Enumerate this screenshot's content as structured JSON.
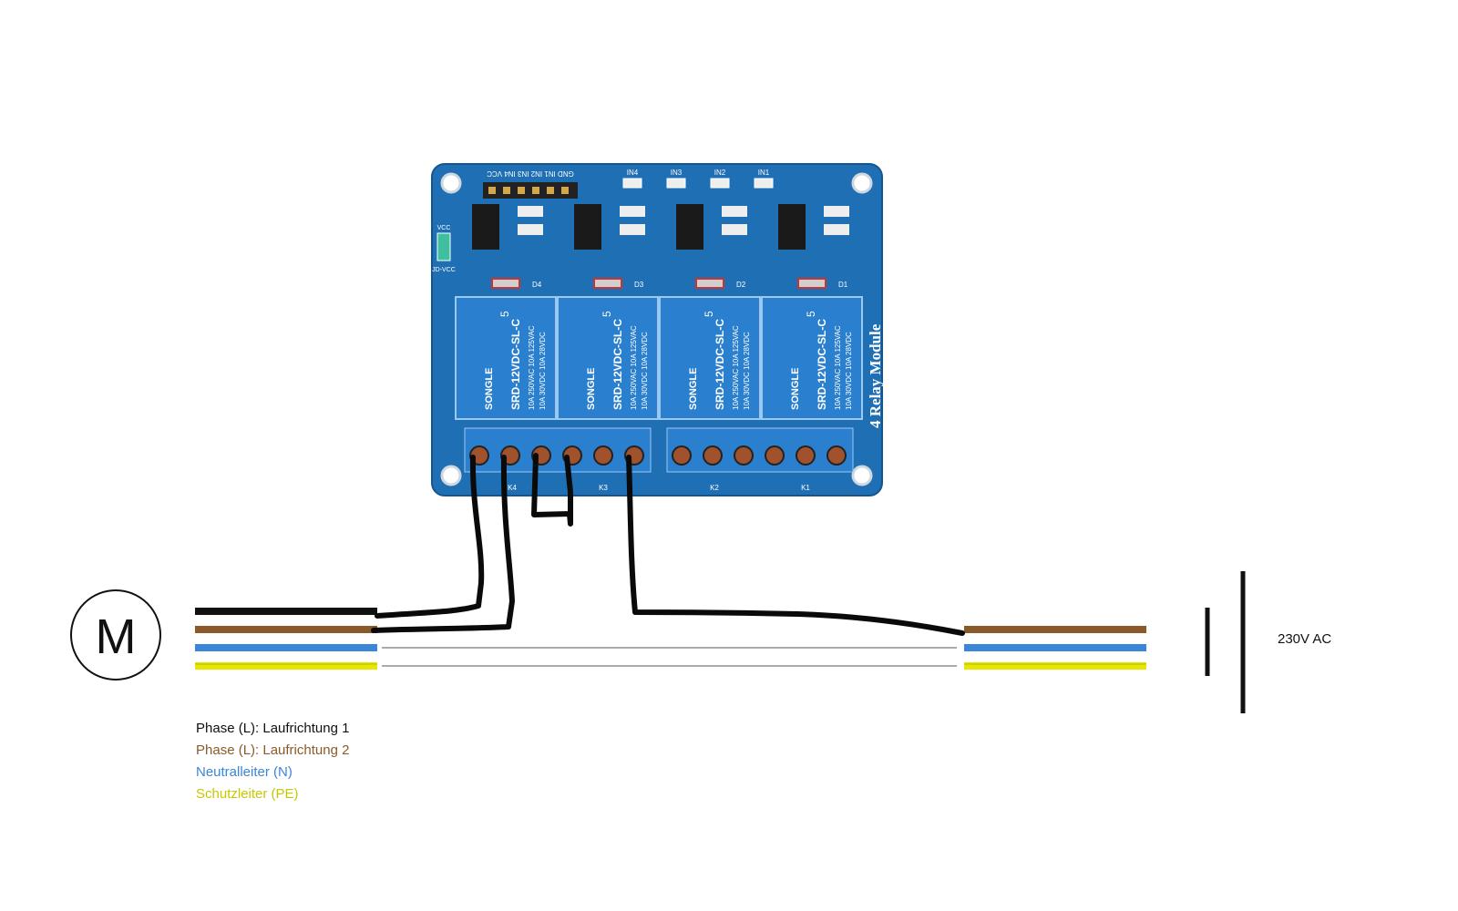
{
  "motor": {
    "symbol": "M"
  },
  "supply": {
    "label": "230V AC"
  },
  "relay_module": {
    "title": "4 Relay Module",
    "header_pins": "GND IN1 IN2 IN3 IN4 VCC",
    "jumper_top": "VCC",
    "jumper_bottom": "JD-VCC",
    "leds": [
      "IN4",
      "IN3",
      "IN2",
      "IN1"
    ],
    "diodes": [
      "D4",
      "D3",
      "D2",
      "D1"
    ],
    "relay_brand": "SONGLE",
    "relay_model": "SRD-12VDC-SL-C",
    "relay_rating_ac": "10A 250VAC  10A 125VAC",
    "relay_rating_dc": "10A 30VDC  10A 28VDC",
    "relay_number": "5",
    "terminal_labels": [
      "K4",
      "K3",
      "K2",
      "K1"
    ]
  },
  "legend": [
    {
      "text": "Phase (L): Laufrichtung 1",
      "color": "#111111"
    },
    {
      "text": "Phase (L): Laufrichtung 2",
      "color": "#8b5a2b"
    },
    {
      "text": "Neutralleiter (N)",
      "color": "#3a86d8"
    },
    {
      "text": "Schutzleiter (PE)",
      "color": "#c8c800"
    }
  ],
  "colors": {
    "black": "#111111",
    "brown": "#8b5a2b",
    "blue": "#3a86d8",
    "pe_green": "#c8d400",
    "pe_yellow": "#e6e600",
    "board": "#1f6fb5",
    "relay": "#2a7fcf"
  }
}
